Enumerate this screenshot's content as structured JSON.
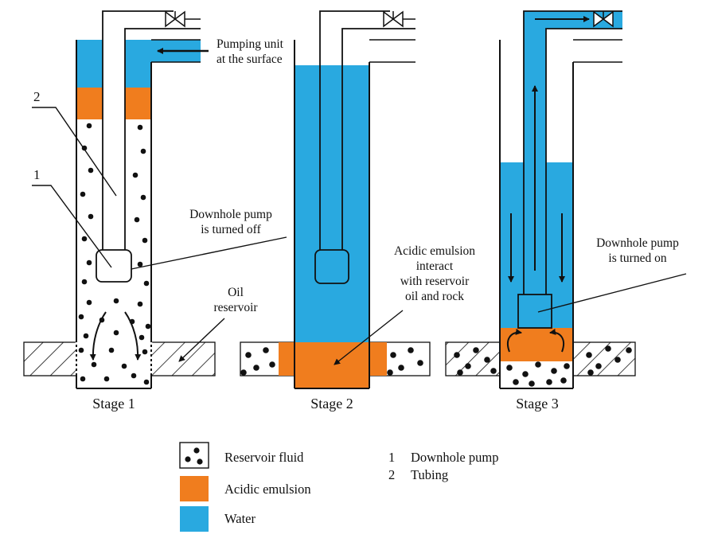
{
  "colors": {
    "water": "#29a9e0",
    "acidic_emulsion": "#f07d1e",
    "reservoir_fluid_bg": "#ffffff",
    "dots": "#111111",
    "lines": "#111111"
  },
  "annotations": {
    "pumping_unit_1": "Pumping unit",
    "pumping_unit_2": "at the surface",
    "marker_tubing": "2",
    "marker_pump": "1",
    "pump_off_1": "Downhole pump",
    "pump_off_2": "is turned off",
    "oil_reservoir_1": "Oil",
    "oil_reservoir_2": "reservoir",
    "emulsion_1": "Acidic emulsion",
    "emulsion_2": "interact",
    "emulsion_3": "with reservoir",
    "emulsion_4": "oil and rock",
    "pump_on_1": "Downhole pump",
    "pump_on_2": "is turned on"
  },
  "stages": [
    "Stage 1",
    "Stage 2",
    "Stage 3"
  ],
  "legend": {
    "reservoir_fluid": "Reservoir fluid",
    "acidic_emulsion": "Acidic emulsion",
    "water": "Water"
  },
  "key": {
    "n1": "1",
    "t1": "Downhole pump",
    "n2": "2",
    "t2": "Tubing"
  }
}
